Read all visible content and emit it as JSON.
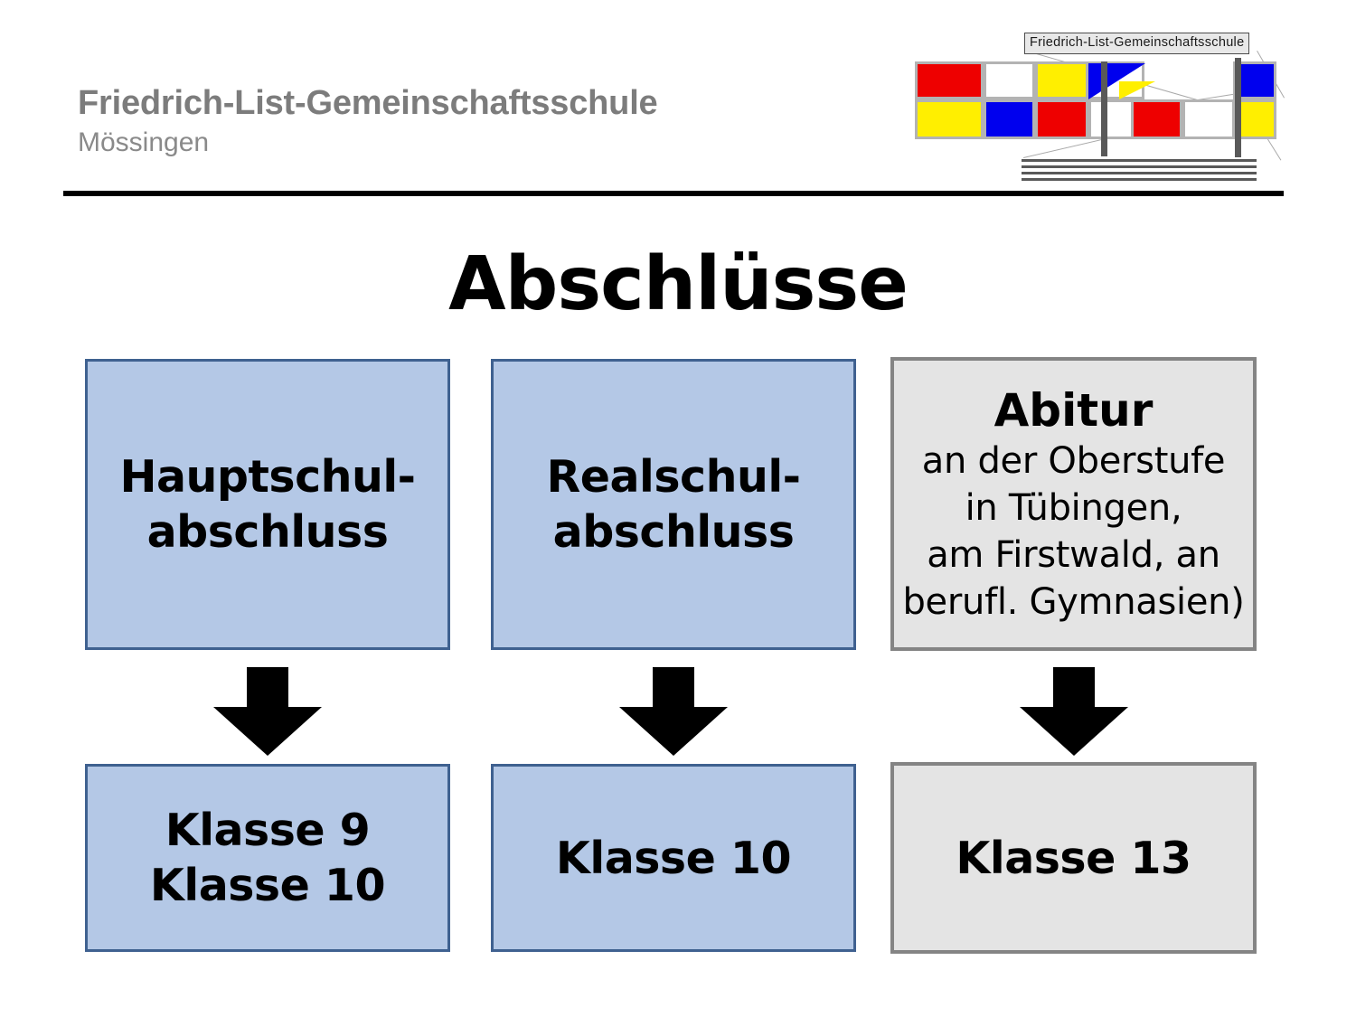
{
  "header": {
    "school_name": "Friedrich-List-Gemeinschaftsschule",
    "town": "Mössingen",
    "logo_label": "Friedrich-List-Gemeinschaftsschule"
  },
  "slide": {
    "title": "Abschlüsse"
  },
  "flow": {
    "columns": [
      {
        "top": {
          "label": "Hauptschul-\nabschluss",
          "style": "blue"
        },
        "arrow": "arrow-down-icon",
        "bottom": {
          "label": "Klasse 9\nKlasse 10",
          "style": "blue"
        }
      },
      {
        "top": {
          "label": "Realschul-\nabschluss",
          "style": "blue"
        },
        "arrow": "arrow-down-icon",
        "bottom": {
          "label": "Klasse 10",
          "style": "blue"
        }
      },
      {
        "top": {
          "heading": "Abitur",
          "body": "an der Oberstufe\nin Tübingen,\nam Firstwald, an\nberufl. Gymnasien)",
          "style": "grey"
        },
        "arrow": "arrow-down-icon",
        "bottom": {
          "label": "Klasse 13",
          "style": "grey"
        }
      }
    ]
  },
  "colors": {
    "box_blue_fill": "#b4c8e6",
    "box_blue_border": "#3f6190",
    "box_grey_fill": "#e4e4e4",
    "box_grey_border": "#848484",
    "header_text": "#7c7c7c",
    "rule": "#000000",
    "logo_red": "#ee0000",
    "logo_yellow": "#ffef00",
    "logo_blue": "#0000ee",
    "logo_white": "#ffffff",
    "logo_grid": "#b3b3b3",
    "logo_bar": "#595959"
  }
}
